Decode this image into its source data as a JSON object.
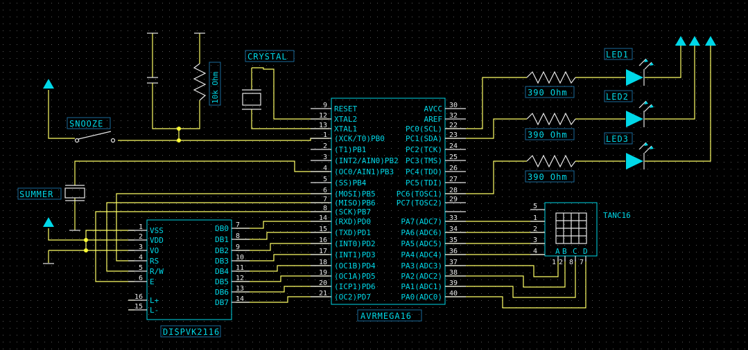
{
  "labels": {
    "crystal": "CRYSTAL",
    "snooze": "SNOOZE",
    "summer": "SUMMER",
    "resistor_10k": "10k Ohm",
    "mcu": "AVRMEGA16",
    "lcd": "DISPVK2116",
    "keypad": "TANC16",
    "led1": "LED1",
    "led2": "LED2",
    "led3": "LED3",
    "r1": "390 Ohm",
    "r2": "390 Ohm",
    "r3": "390 Ohm"
  },
  "mcu_left_pins": [
    {
      "num": "9",
      "name": "RESET"
    },
    {
      "num": "12",
      "name": "XTAL2"
    },
    {
      "num": "13",
      "name": "XTAL1"
    },
    {
      "num": "1",
      "name": "(XCK/T0)PB0"
    },
    {
      "num": "2",
      "name": "(T1)PB1"
    },
    {
      "num": "3",
      "name": "(INT2/AIN0)PB2"
    },
    {
      "num": "4",
      "name": "(OC0/AIN1)PB3"
    },
    {
      "num": "5",
      "name": "(SS)PB4"
    },
    {
      "num": "6",
      "name": "(MOSI)PB5"
    },
    {
      "num": "7",
      "name": "(MISO)PB6"
    },
    {
      "num": "8",
      "name": "(SCK)PB7"
    },
    {
      "num": "14",
      "name": "(RXD)PD0"
    },
    {
      "num": "15",
      "name": "(TXD)PD1"
    },
    {
      "num": "16",
      "name": "(INT0)PD2"
    },
    {
      "num": "17",
      "name": "(INT1)PD3"
    },
    {
      "num": "18",
      "name": "(OC1B)PD4"
    },
    {
      "num": "19",
      "name": "(OC1A)PD5"
    },
    {
      "num": "20",
      "name": "(ICP1)PD6"
    },
    {
      "num": "21",
      "name": "(OC2)PD7"
    }
  ],
  "mcu_right_pins": [
    {
      "num": "30",
      "name": "AVCC"
    },
    {
      "num": "32",
      "name": "AREF"
    },
    {
      "num": "22",
      "name": "PC0(SCL)"
    },
    {
      "num": "23",
      "name": "PC1(SDA)"
    },
    {
      "num": "24",
      "name": "PC2(TCK)"
    },
    {
      "num": "25",
      "name": "PC3(TMS)"
    },
    {
      "num": "26",
      "name": "PC4(TDO)"
    },
    {
      "num": "27",
      "name": "PC5(TDI)"
    },
    {
      "num": "28",
      "name": "PC6(TOSC1)"
    },
    {
      "num": "29",
      "name": "PC7(TOSC2)"
    },
    {
      "num": "33",
      "name": "PA7(ADC7)"
    },
    {
      "num": "34",
      "name": "PA6(ADC6)"
    },
    {
      "num": "35",
      "name": "PA5(ADC5)"
    },
    {
      "num": "36",
      "name": "PA4(ADC4)"
    },
    {
      "num": "37",
      "name": "PA3(ADC3)"
    },
    {
      "num": "38",
      "name": "PA2(ADC2)"
    },
    {
      "num": "39",
      "name": "PA1(ADC1)"
    },
    {
      "num": "40",
      "name": "PA0(ADC0)"
    }
  ],
  "lcd_left_pins": [
    {
      "num": "1",
      "name": "VSS"
    },
    {
      "num": "2",
      "name": "VDD"
    },
    {
      "num": "3",
      "name": "VO"
    },
    {
      "num": "4",
      "name": "RS"
    },
    {
      "num": "5",
      "name": "R/W"
    },
    {
      "num": "6",
      "name": "E"
    },
    {
      "num": "16",
      "name": "L+"
    },
    {
      "num": "15",
      "name": "L-"
    }
  ],
  "lcd_right_pins": [
    {
      "num": "7",
      "name": "DB0"
    },
    {
      "num": "8",
      "name": "DB1"
    },
    {
      "num": "9",
      "name": "DB2"
    },
    {
      "num": "10",
      "name": "DB3"
    },
    {
      "num": "11",
      "name": "DB4"
    },
    {
      "num": "12",
      "name": "DB5"
    },
    {
      "num": "13",
      "name": "DB6"
    },
    {
      "num": "14",
      "name": "DB7"
    }
  ],
  "keypad_left_pins": [
    "5",
    "1",
    "2",
    "3",
    "4"
  ],
  "keypad_bottom_letters": [
    "A",
    "B",
    "C",
    "D"
  ],
  "keypad_bottom_pins": [
    "1",
    "2",
    "8",
    "7"
  ]
}
